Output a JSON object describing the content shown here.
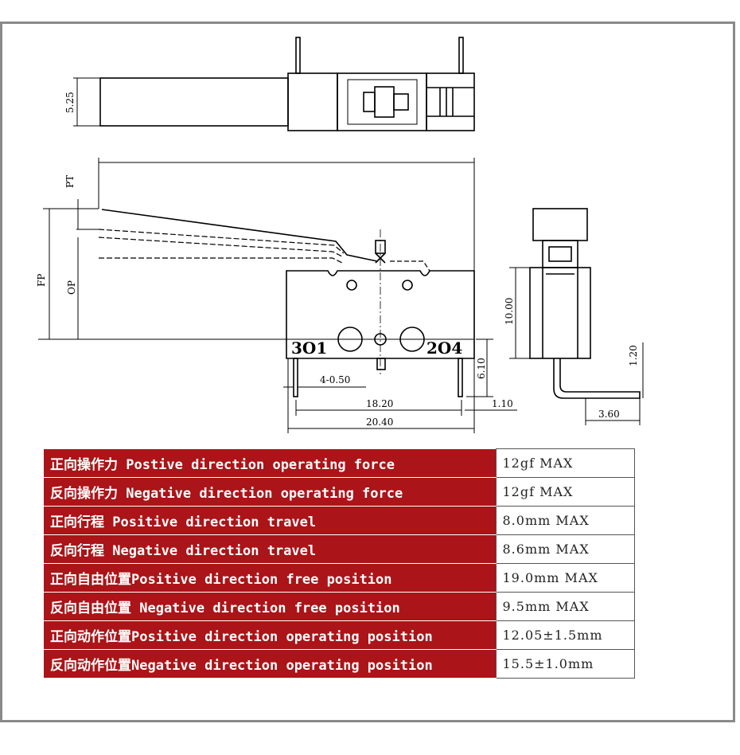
{
  "drawing": {
    "dimensions": {
      "top_height": "5.25",
      "pt": "PT",
      "fp": "FP",
      "op": "OP",
      "pin_width": "4-0.50",
      "pin_spacing": "18.20",
      "body_length": "20.40",
      "pin_length": "6.10",
      "pin_offset": "1.10",
      "side_height": "10.00",
      "side_bend": "1.20",
      "side_width": "3.60"
    },
    "terminals": {
      "left": "3O1",
      "right": "2O4"
    }
  },
  "specs": [
    {
      "label": "正向操作力 Postive direction operating force",
      "value": "12gf MAX"
    },
    {
      "label": "反向操作力 Negative direction operating force",
      "value": "12gf MAX"
    },
    {
      "label": "正向行程 Positive direction travel",
      "value": "8.0mm MAX"
    },
    {
      "label": "反向行程 Negative direction travel",
      "value": "8.6mm MAX"
    },
    {
      "label": "正向自由位置Positive direction free position",
      "value": "19.0mm MAX"
    },
    {
      "label": "反向自由位置 Negative direction free position",
      "value": "9.5mm MAX"
    },
    {
      "label": "正向动作位置Positive direction operating position",
      "value": "12.05±1.5mm"
    },
    {
      "label": "反向动作位置Negative direction operating position",
      "value": "15.5±1.0mm"
    }
  ],
  "colors": {
    "label_bg": "#ab1418",
    "frame": "#8a8a8a"
  }
}
